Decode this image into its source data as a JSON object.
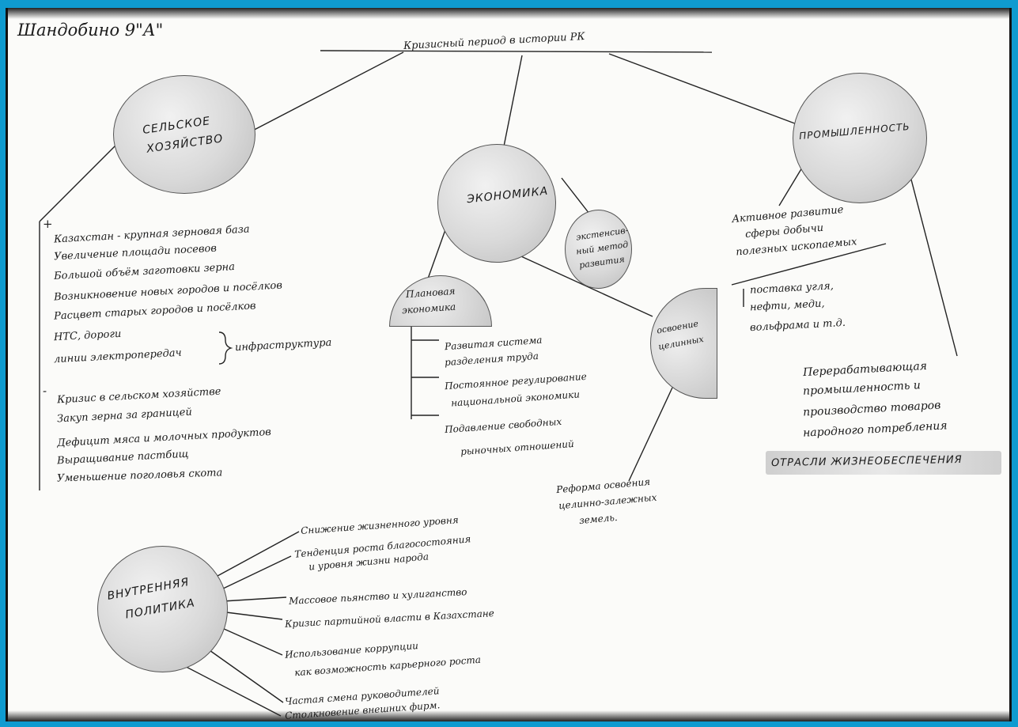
{
  "author_note": "Шандобино 9\"А\"",
  "title": "Кризисный период в истории РК",
  "agriculture": {
    "circle_label_1": "СЕЛЬСКОЕ",
    "circle_label_2": "ХОЗЯЙСТВО",
    "plus_sign": "+",
    "plus_items": [
      "Казахстан - крупная зерновая база",
      "Увеличение площади посевов",
      "Большой объём заготовки зерна",
      "Возникновение новых городов и посёлков",
      "Расцвет старых городов и посёлков",
      "НТС, дороги",
      "линии электропередач"
    ],
    "brace_label": "инфраструктура",
    "minus_sign": "-",
    "minus_items": [
      "Кризис в сельском хозяйстве",
      "Закуп зерна за границей",
      "Дефицит мяса и молочных продуктов",
      "Выращивание пастбищ",
      "Уменьшение поголовья скота"
    ]
  },
  "economy": {
    "circle_label": "ЭКОНОМИКА",
    "small_circle_lines": [
      "экстенсив-",
      "ный метод",
      "развития"
    ],
    "planned_lines": [
      "Плановая",
      "экономика"
    ],
    "planned_items": [
      [
        "Развитая система",
        "разделения труда"
      ],
      [
        "Постоянное регулирование",
        "национальной экономики"
      ],
      [
        "Подавление свободных",
        "рыночных отношений"
      ]
    ],
    "virgin_lines": [
      "освоение",
      "целинных"
    ],
    "reform_lines": [
      "Реформа освоения",
      "целинно-залежных",
      "земель."
    ]
  },
  "industry": {
    "circle_label": "ПРОМЫШЛЕННОСТЬ",
    "active_lines": [
      "Активное развитие",
      "сферы добычи",
      "полезных ископаемых"
    ],
    "supply_lines": [
      "поставка угля,",
      "нефти, меди,",
      "вольфрама и т.д."
    ],
    "processing_lines": [
      "Перерабатывающая",
      "промышленность и",
      "производство товаров",
      "народного потребления"
    ],
    "highlight": "ОТРАСЛИ ЖИЗНЕОБЕСПЕЧЕНИЯ"
  },
  "politics": {
    "circle_label_1": "ВНУТРЕННЯЯ",
    "circle_label_2": "ПОЛИТИКА",
    "items": [
      [
        "Снижение жизненного уровня"
      ],
      [
        "Тенденция роста благосостояния",
        "и уровня жизни народа"
      ],
      [
        "Массовое пьянство и хулиганство"
      ],
      [
        "Кризис партийной власти в Казахстане"
      ],
      [
        "Использование коррупции",
        "как возможность карьерного роста"
      ],
      [
        "Частая смена руководителей"
      ],
      [
        "Столкновение внешних фирм."
      ]
    ]
  }
}
